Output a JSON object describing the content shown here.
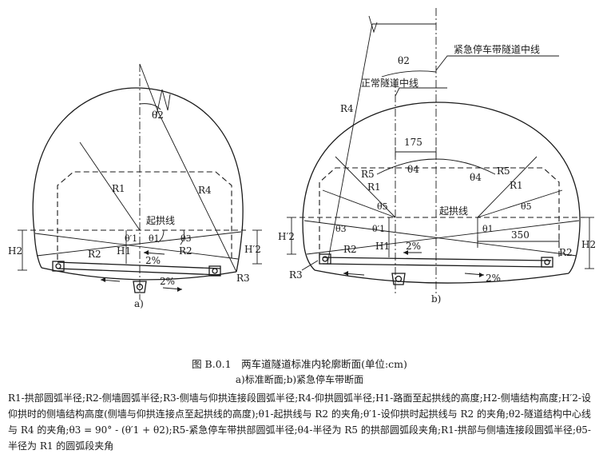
{
  "figure": {
    "title": "图 B.0.1　两车道隧道标准内轮廓断面(单位:cm)",
    "subtitle": "a)标准断面;b)紧急停车带断面",
    "legend": "R1-拱部圆弧半径;R2-侧墙圆弧半径;R3-侧墙与仰拱连接段圆弧半径;R4-仰拱圆弧半径;H1-路面至起拱线的高度;H2-侧墙结构高度;H′2-设仰拱时的侧墙结构高度(侧墙与仰拱连接点至起拱线的高度);θ1-起拱线与 R2 的夹角;θ′1-设仰拱时起拱线与 R2 的夹角;θ2-隧道结构中心线与 R4 的夹角;θ3 = 90° - (θ′1 + θ2);R5-紧急停车带拱部圆弧半径;θ4-半径为 R5 的拱部圆弧段夹角;R1-拱部与侧墙连接段圆弧半径;θ5-半径为 R1 的圆弧段夹角"
  },
  "panel_a": {
    "tag": "a)",
    "spring_line": "起拱线",
    "R1": "R1",
    "R2_left": "R2",
    "R2_right": "R2",
    "R3": "R3",
    "R4": "R4",
    "H1": "H1",
    "H2": "H2",
    "H2p": "H′2",
    "theta1": "θ1",
    "theta1p": "θ′1",
    "theta2": "θ2",
    "theta3": "θ3",
    "slope_upper": "2%",
    "slope_lower": "2%"
  },
  "panel_b": {
    "tag": "b)",
    "emergency_centerline": "紧急停车带隧道中线",
    "normal_centerline": "正常隧道中线",
    "dim_175": "175",
    "dim_350": "350",
    "spring_line": "起拱线",
    "R1_left": "R1",
    "R1_right": "R1",
    "R2_left": "R2",
    "R2_right": "R2",
    "R3": "R3",
    "R4": "R4",
    "R5_left": "R5",
    "R5_right": "R5",
    "H1": "H1",
    "H2": "H2",
    "H2p": "H′2",
    "theta1": "θ1",
    "theta1p": "θ′1",
    "theta2": "θ2",
    "theta3": "θ3",
    "theta4": "θ4",
    "theta4_right": "θ4",
    "theta5_left": "θ5",
    "theta5_right": "θ5",
    "slope_upper": "2%",
    "slope_lower": "2%"
  }
}
